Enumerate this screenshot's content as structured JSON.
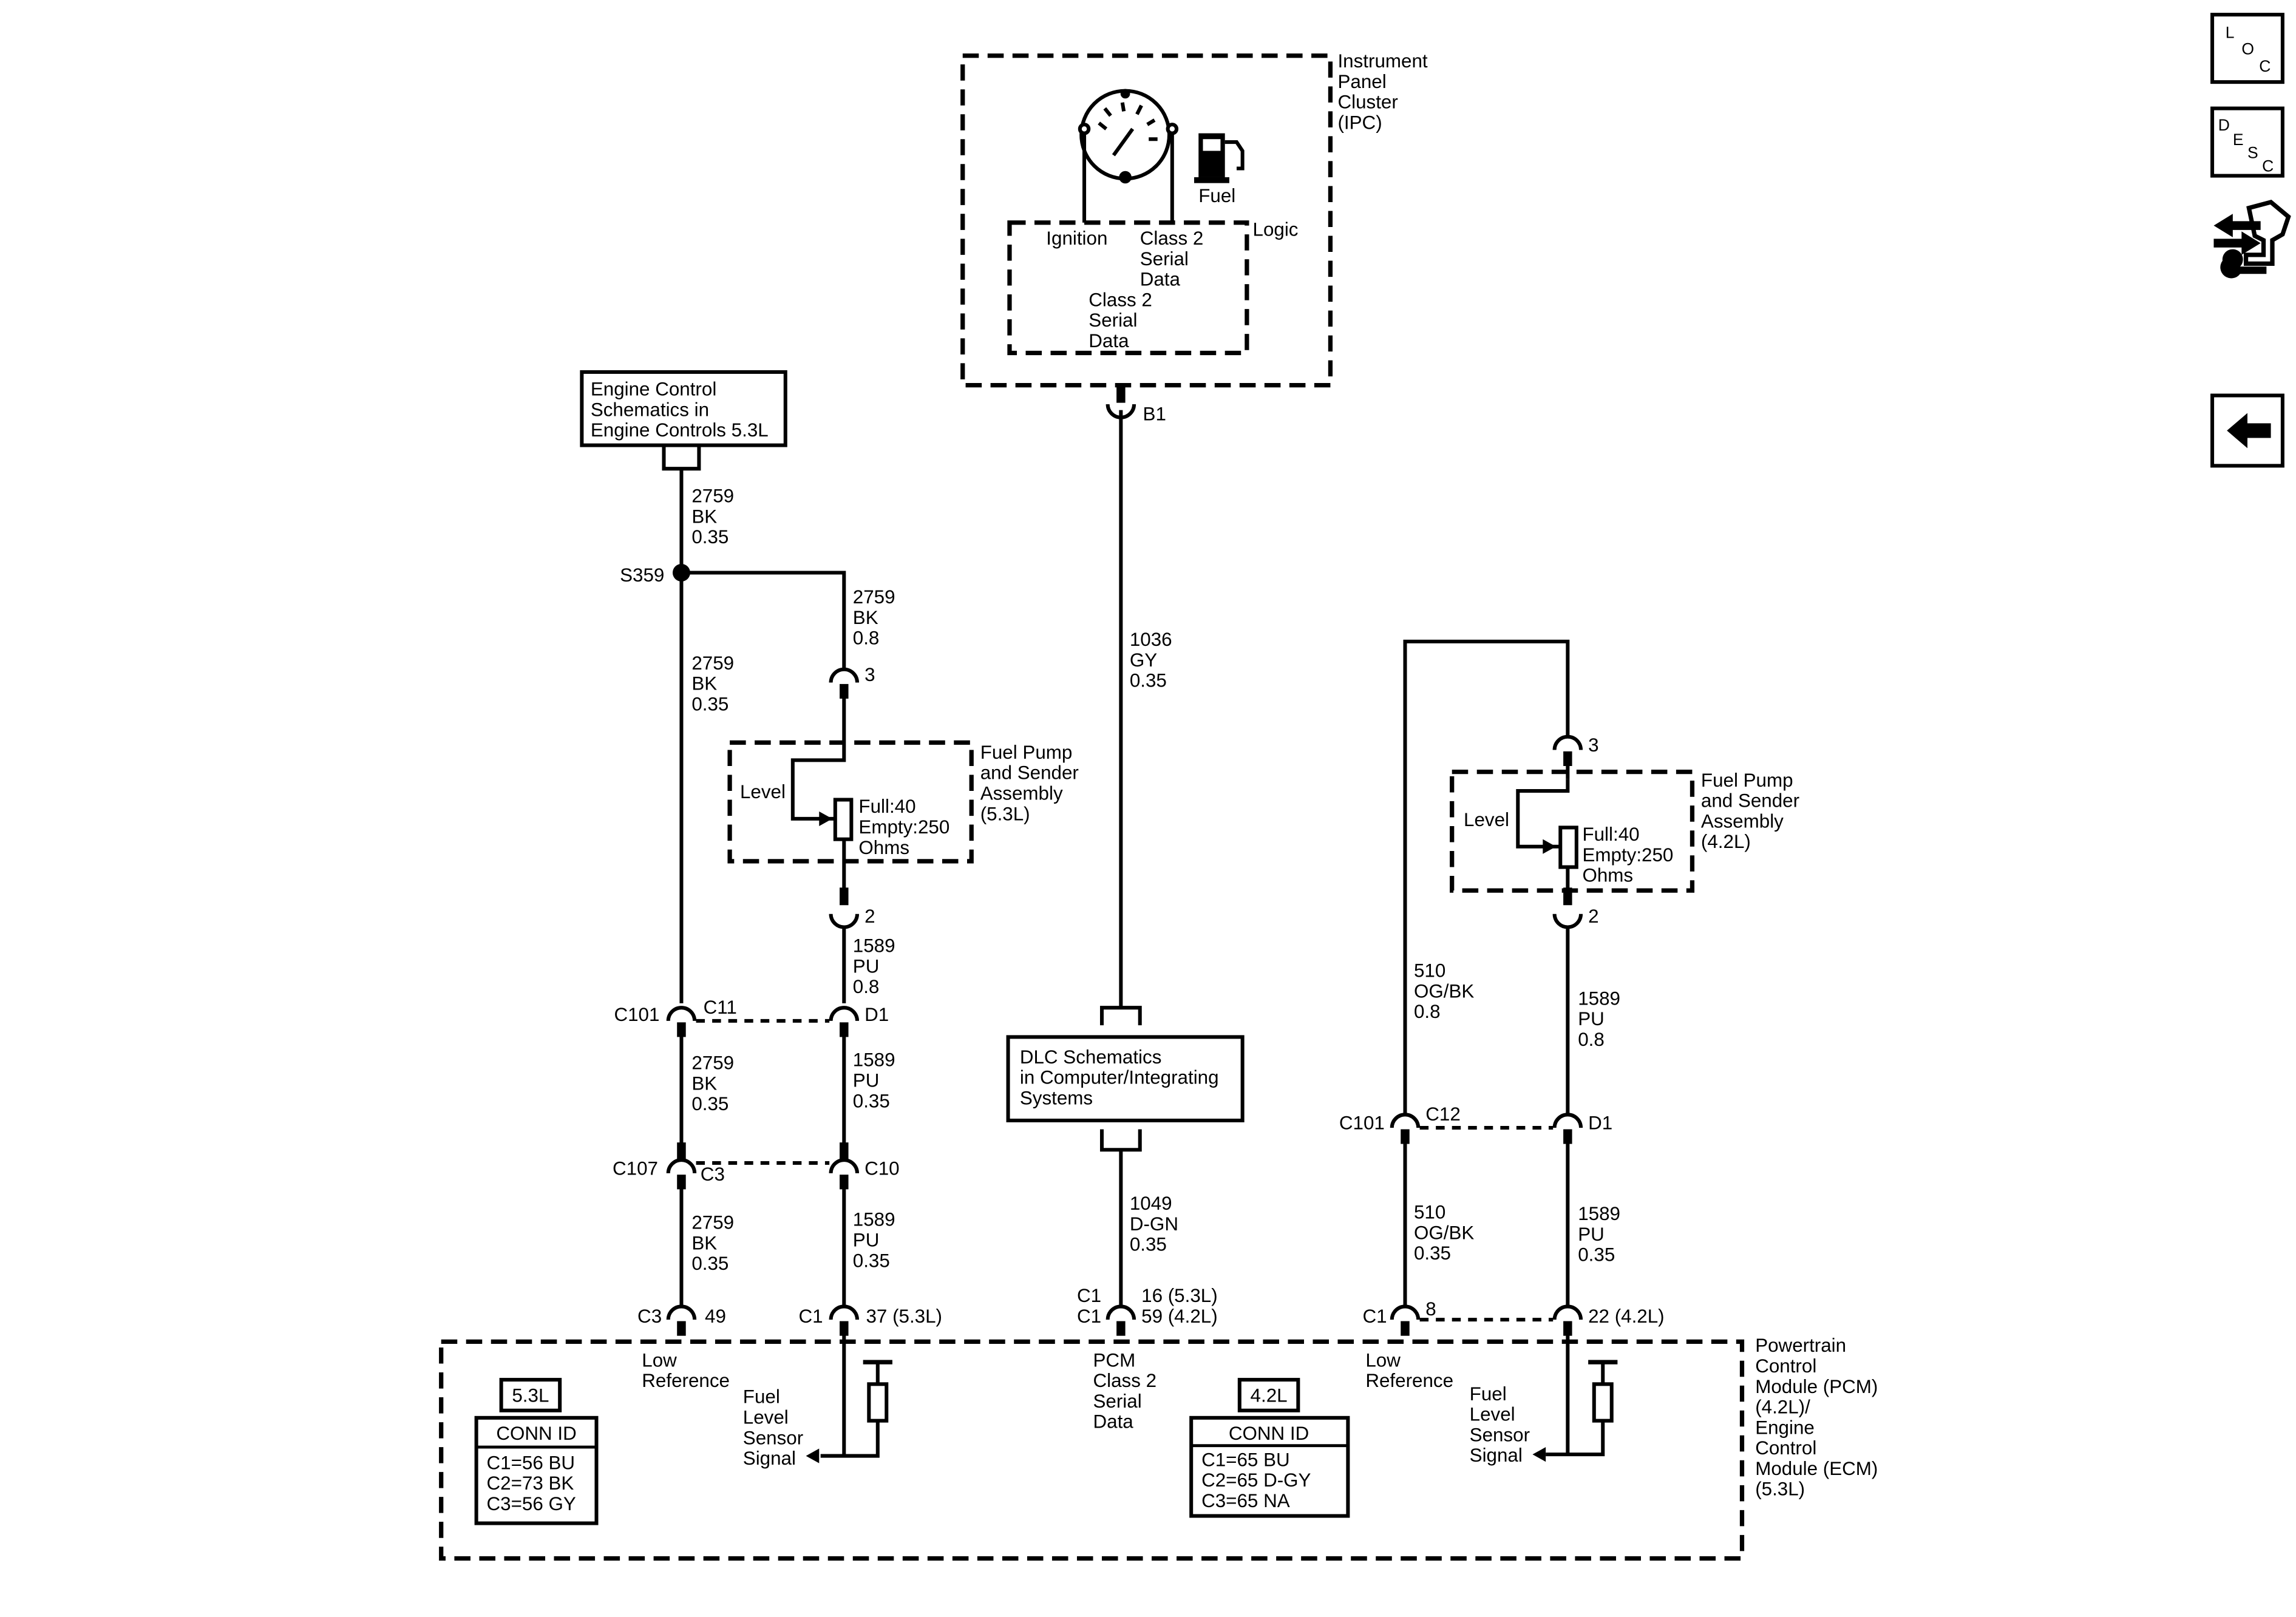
{
  "ipc": {
    "lines": [
      "Instrument",
      "Panel",
      "Cluster",
      "(IPC)"
    ],
    "fuel_label": "Fuel",
    "logic_label": "Logic",
    "ignition_label": "Ignition",
    "class2_top": [
      "Class 2",
      "Serial",
      "Data"
    ],
    "class2_bottom": [
      "Class 2",
      "Serial",
      "Data"
    ],
    "connector_b1": "B1"
  },
  "engine_ctrl_box": [
    "Engine Control",
    "Schematics in",
    "Engine Controls 5.3L"
  ],
  "dlc_box": [
    "DLC Schematics",
    "in Computer/Integrating",
    "Systems"
  ],
  "splice_s359": "S359",
  "wires": {
    "w2759_top": [
      "2759",
      "BK",
      "0.35"
    ],
    "w2759_branch": [
      "2759",
      "BK",
      "0.8"
    ],
    "w2759_mid": [
      "2759",
      "BK",
      "0.35"
    ],
    "w2759_c101": [
      "2759",
      "BK",
      "0.35"
    ],
    "w2759_c107": [
      "2759",
      "BK",
      "0.35"
    ],
    "w1589_pump53": [
      "1589",
      "PU",
      "0.8"
    ],
    "w1589_d1_53": [
      "1589",
      "PU",
      "0.35"
    ],
    "w1589_c10": [
      "1589",
      "PU",
      "0.35"
    ],
    "w1036": [
      "1036",
      "GY",
      "0.35"
    ],
    "w1049": [
      "1049",
      "D-GN",
      "0.35"
    ],
    "w510_top": [
      "510",
      "OG/BK",
      "0.8"
    ],
    "w510_bottom": [
      "510",
      "OG/BK",
      "0.35"
    ],
    "w1589_pump42": [
      "1589",
      "PU",
      "0.8"
    ],
    "w1589_bottom42": [
      "1589",
      "PU",
      "0.35"
    ]
  },
  "pump53": {
    "title": [
      "Fuel Pump",
      "and Sender",
      "Assembly",
      "(5.3L)"
    ],
    "level": "Level",
    "spec": [
      "Full:40",
      "Empty:250",
      "Ohms"
    ],
    "pin_top": "3",
    "pin_bottom": "2"
  },
  "pump42": {
    "title": [
      "Fuel Pump",
      "and Sender",
      "Assembly",
      "(4.2L)"
    ],
    "level": "Level",
    "spec": [
      "Full:40",
      "Empty:250",
      "Ohms"
    ],
    "pin_top": "3",
    "pin_bottom": "2"
  },
  "connectors": {
    "c101_left": "C101",
    "c11": "C11",
    "d1_left": "D1",
    "c107": "C107",
    "c3_inline": "C3",
    "c10": "C10",
    "c101_right": "C101",
    "c12": "C12",
    "d1_right": "D1",
    "pcm_c3": "C3",
    "pcm_49": "49",
    "pcm_c1_a": "C1",
    "pcm_37": "37 (5.3L)",
    "pcm_c1_b": "C1",
    "pcm_c1_c": "C1",
    "pcm_16": "16 (5.3L)",
    "pcm_59": "59 (4.2L)",
    "pcm_c1_d": "C1",
    "pcm_8": "8",
    "pcm_22": "22 (4.2L)"
  },
  "pcm": {
    "title": [
      "Powertrain",
      "Control",
      "Module (PCM)",
      "(4.2L)/",
      "Engine",
      "Control",
      "Module (ECM)",
      "(5.3L)"
    ],
    "low_ref_left": [
      "Low",
      "Reference"
    ],
    "fuel_level_left": [
      "Fuel",
      "Level",
      "Sensor",
      "Signal"
    ],
    "class2": [
      "PCM",
      "Class 2",
      "Serial",
      "Data"
    ],
    "low_ref_right": [
      "Low",
      "Reference"
    ],
    "fuel_level_right": [
      "Fuel",
      "Level",
      "Sensor",
      "Signal"
    ],
    "badge_53": "5.3L",
    "conn_id_53": {
      "title": "CONN ID",
      "rows": [
        "C1=56 BU",
        "C2=73 BK",
        "C3=56 GY"
      ]
    },
    "badge_42": "4.2L",
    "conn_id_42": {
      "title": "CONN ID",
      "rows": [
        "C1=65 BU",
        "C2=65 D-GY",
        "C3=65 NA"
      ]
    }
  },
  "nav": {
    "loc": [
      "L",
      "O",
      "C"
    ],
    "desc": [
      "D",
      "E",
      "S",
      "C"
    ],
    "icons": [
      "swap-wrench-icon",
      "back-arrow-icon"
    ]
  }
}
